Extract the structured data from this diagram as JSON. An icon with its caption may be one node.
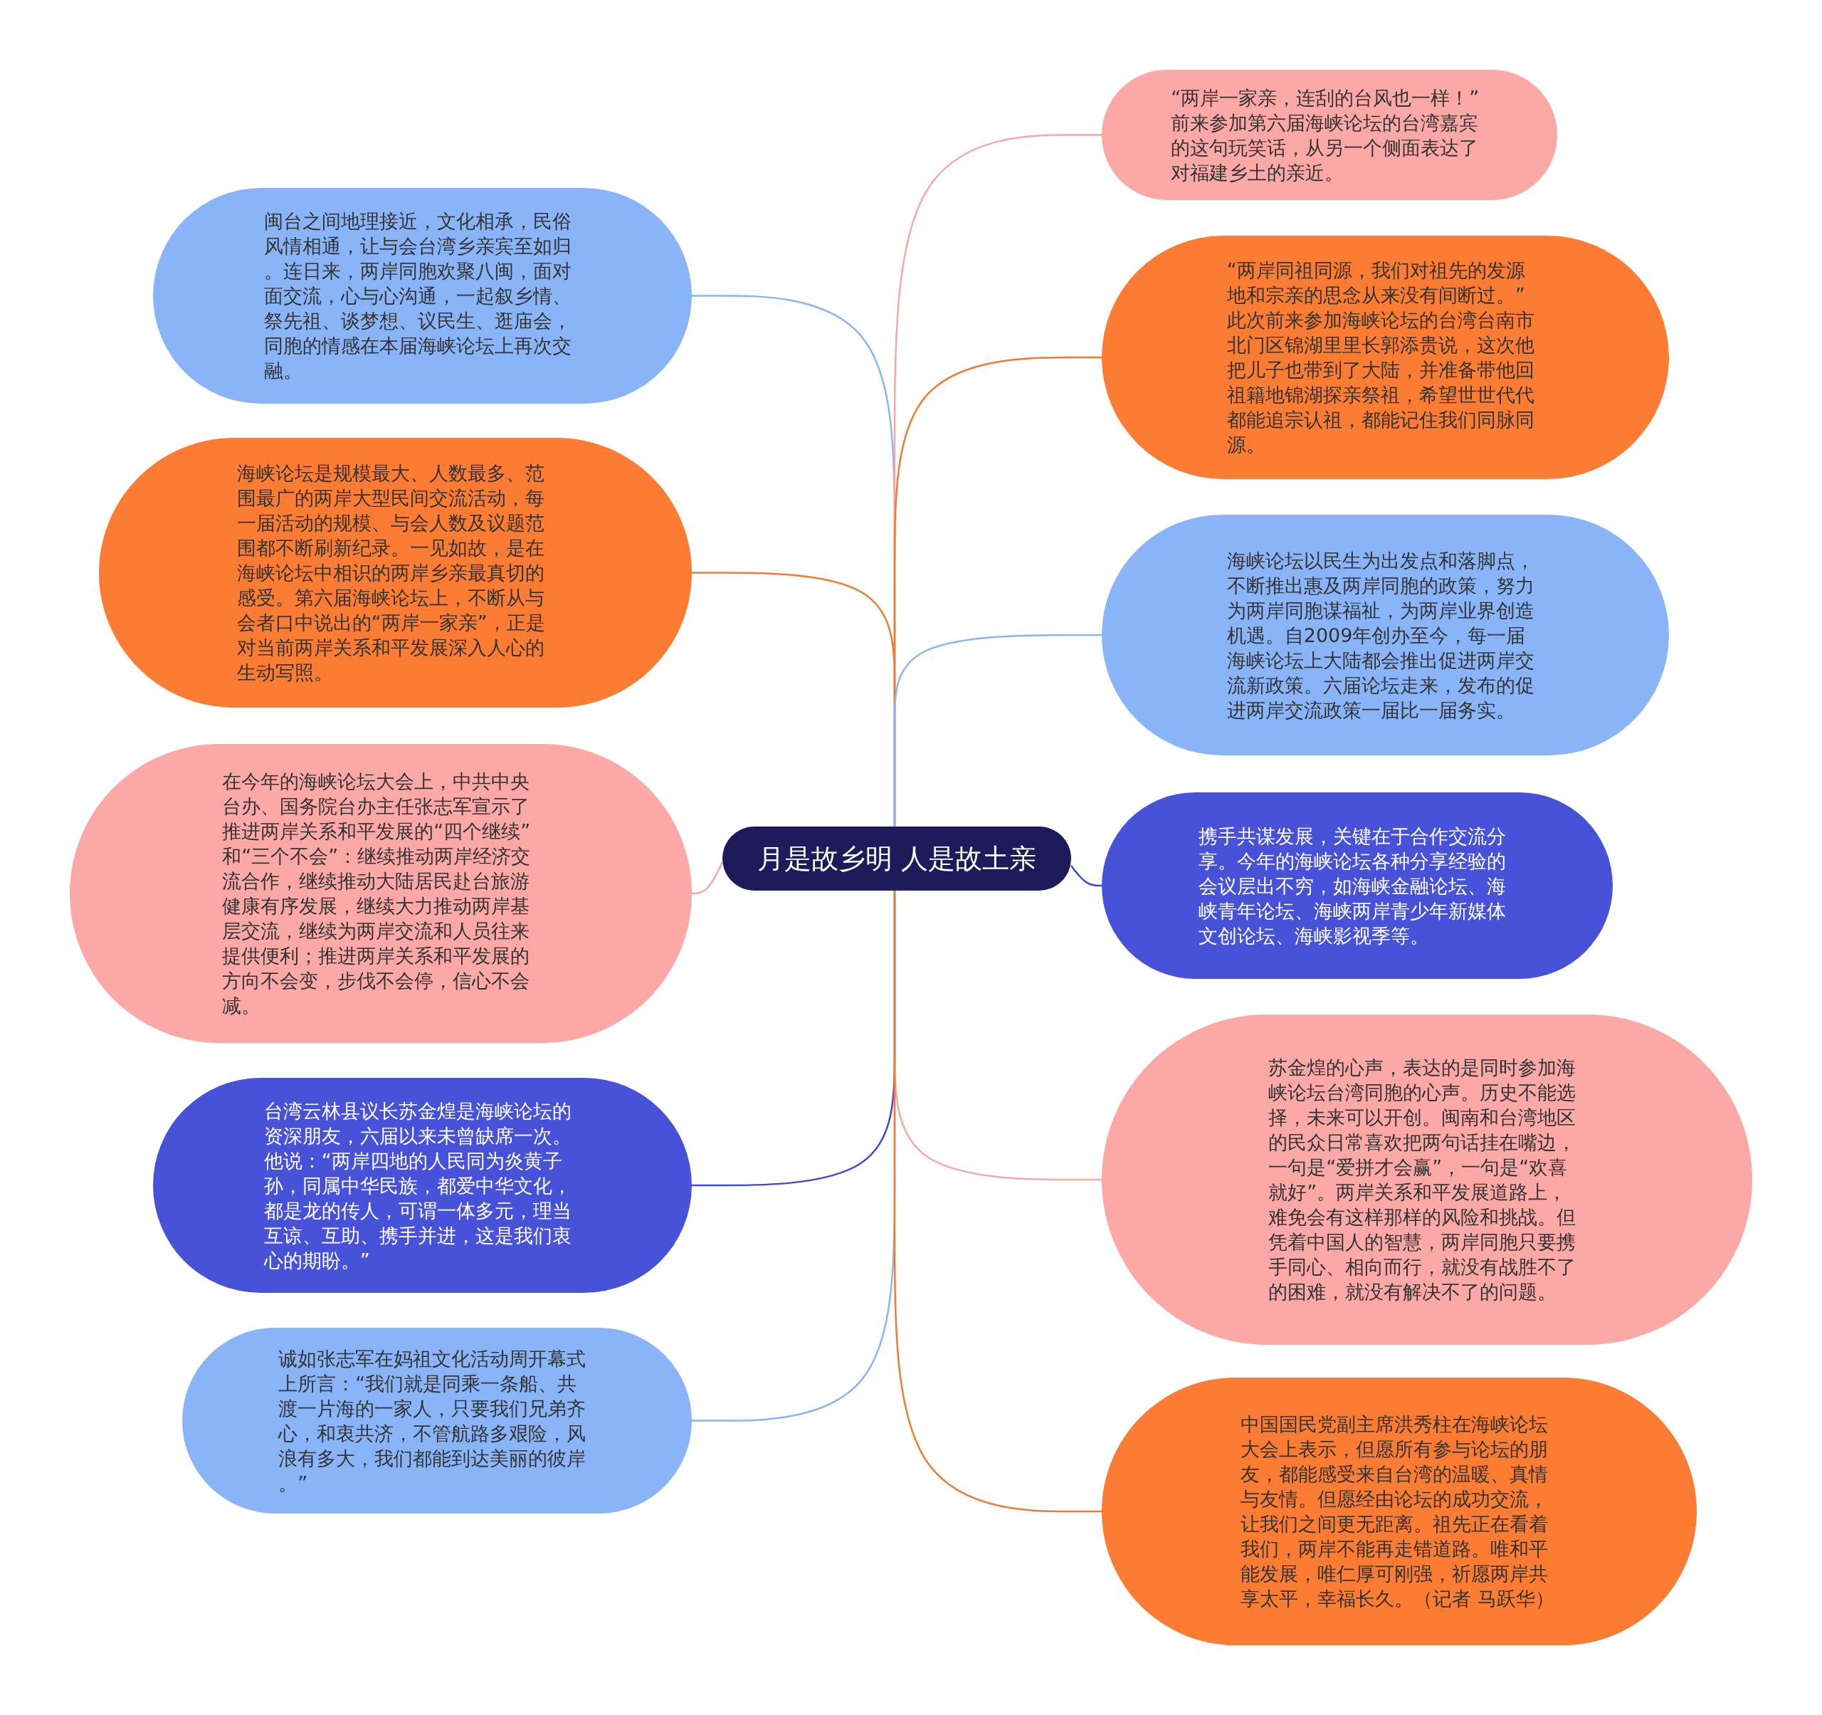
{
  "diagram": {
    "nodes": [
      {
        "text": [
          "月是故乡明 人是故土亲"
        ]
      },
      {
        "text": [
          "闽台之间地理接近，文化相承，民俗风情相通，让与会台湾乡亲宾至如归。连日来，两岸同胞欢聚八闽，面对面交流，心与心沟通，一起叙乡情、祭先祖、谈梦想、议民生、逛庙会，同胞的情感在本届海峡论坛上再次交融。"
        ]
      },
      {
        "text": [
          "海峡论坛是规模最大、人数最多、范围最广的两岸大型民间交流活动，每一届活动的规模、与会人数及议题范围都不断刷新纪录。一见如故，是在海峡论坛中相识的两岸乡亲最真切的感受。第六届海峡论坛上，不断从与会者口中说出的“两岸一家亲”，正是对当前两岸关系和平发展深入人心的生动写照。"
        ]
      },
      {
        "text": [
          "在今年的海峡论坛大会上，中共中央台办、国务院台办主任张志军宣示了推进两岸关系和平发展的“四个继续”和“三个不会”：继续推动两岸经济交流合作，继续推动大陆居民赴台旅游健康有序发展，继续大力推动两岸基层交流，继续为两岸交流和人员往来提供便利；推进两岸关系和平发展的方向不会变，步伐不会停，信心不会减。"
        ]
      },
      {
        "text": [
          "台湾云林县议长苏金煌是海峡论坛的资深朋友，六届以来未曾缺席一次。他说：“两岸四地的人民同为炎黄子孙，同属中华民族，都爱中华文化，都是龙的传人，可谓一体多元，理当互谅、互助、携手并进，这是我们衷心的期盼。”"
        ]
      },
      {
        "text": [
          "诚如张志军在妈祖文化活动周开幕式上所言：“我们就是同乘一条船、共渡一片海的一家人，只要我们兄弟齐心，和衷共济，不管航路多艰险，风浪有多大，我们都能到达美丽的彼岸。”"
        ]
      },
      {
        "text": [
          "“两岸一家亲，连刮的台风也一样！”前来参加第六届海峡论坛的台湾嘉宾的这句玩笑话，从另一个侧面表达了对福建乡土的亲近。"
        ]
      },
      {
        "text": [
          "“两岸同祖同源，我们对祖先的发源地和宗亲的思念从来没有间断过。”此次前来参加海峡论坛的台湾台南市北门区锦湖里里长郭添贵说，这次他把儿子也带到了大陆，并准备带他回祖籍地锦湖探亲祭祖，希望世世代代都能追宗认祖，都能记住我们同脉同源。"
        ]
      },
      {
        "text": [
          "海峡论坛以民生为出发点和落脚点，不断推出惠及两岸同胞的政策，努力为两岸同胞谋福祉，为两岸业界创造机遇。自2009年创办至今，每一届海峡论坛上大陆都会推出促进两岸交流新政策。六届论坛走来，发布的促进两岸交流政策一届比一届务实。"
        ]
      },
      {
        "text": [
          "携手共谋发展，关键在于合作交流分享。今年的海峡论坛各种分享经验的会议层出不穷，如海峡金融论坛、海峡青年论坛、海峡两岸青少年新媒体文创论坛、海峡影视季等。"
        ]
      },
      {
        "text": [
          "苏金煌的心声，表达的是同时参加海峡论坛台湾同胞的心声。历史不能选择，未来可以开创。闽南和台湾地区的民众日常喜欢把两句话挂在嘴边，一句是“爱拼才会赢”，一句是“欢喜就好”。两岸关系和平发展道路上，难免会有这样那样的风险和挑战。但凭着中国人的智慧，两岸同胞只要携手同心、相向而行，就没有战胜不了的困难，就没有解决不了的问题。"
        ]
      },
      {
        "text": [
          "中国国民党副主席洪秀柱在海峡论坛大会上表示，但愿所有参与论坛的朋友，都能感受来自台湾的温暖、真情与友情。但愿经由论坛的成功交流，让我们之间更无距离。祖先正在看着我们，两岸不能再走错道路。唯和平能发展，唯仁厚可刚强，祈愿两岸共享太平，幸福长久。（记者 马跃华）"
        ]
      }
    ],
    "edges": [
      {
        "from": 0,
        "to": 1,
        "arrow": "none",
        "color": "#8ab4f8"
      },
      {
        "from": 0,
        "to": 2,
        "arrow": "none",
        "color": "#f07a30"
      },
      {
        "from": 0,
        "to": 3,
        "arrow": "none",
        "color": "#f7a8a6"
      },
      {
        "from": 0,
        "to": 4,
        "arrow": "none",
        "color": "#3f4ad0"
      },
      {
        "from": 0,
        "to": 5,
        "arrow": "none",
        "color": "#8ab4f8"
      },
      {
        "from": 0,
        "to": 6,
        "arrow": "none",
        "color": "#f7a8a6"
      },
      {
        "from": 0,
        "to": 7,
        "arrow": "none",
        "color": "#f07a30"
      },
      {
        "from": 0,
        "to": 8,
        "arrow": "none",
        "color": "#8ab4f8"
      },
      {
        "from": 0,
        "to": 9,
        "arrow": "none",
        "color": "#3f4ad0"
      },
      {
        "from": 0,
        "to": 10,
        "arrow": "none",
        "color": "#f7a8a6"
      },
      {
        "from": 0,
        "to": 11,
        "arrow": "none",
        "color": "#f07a30"
      }
    ]
  }
}
